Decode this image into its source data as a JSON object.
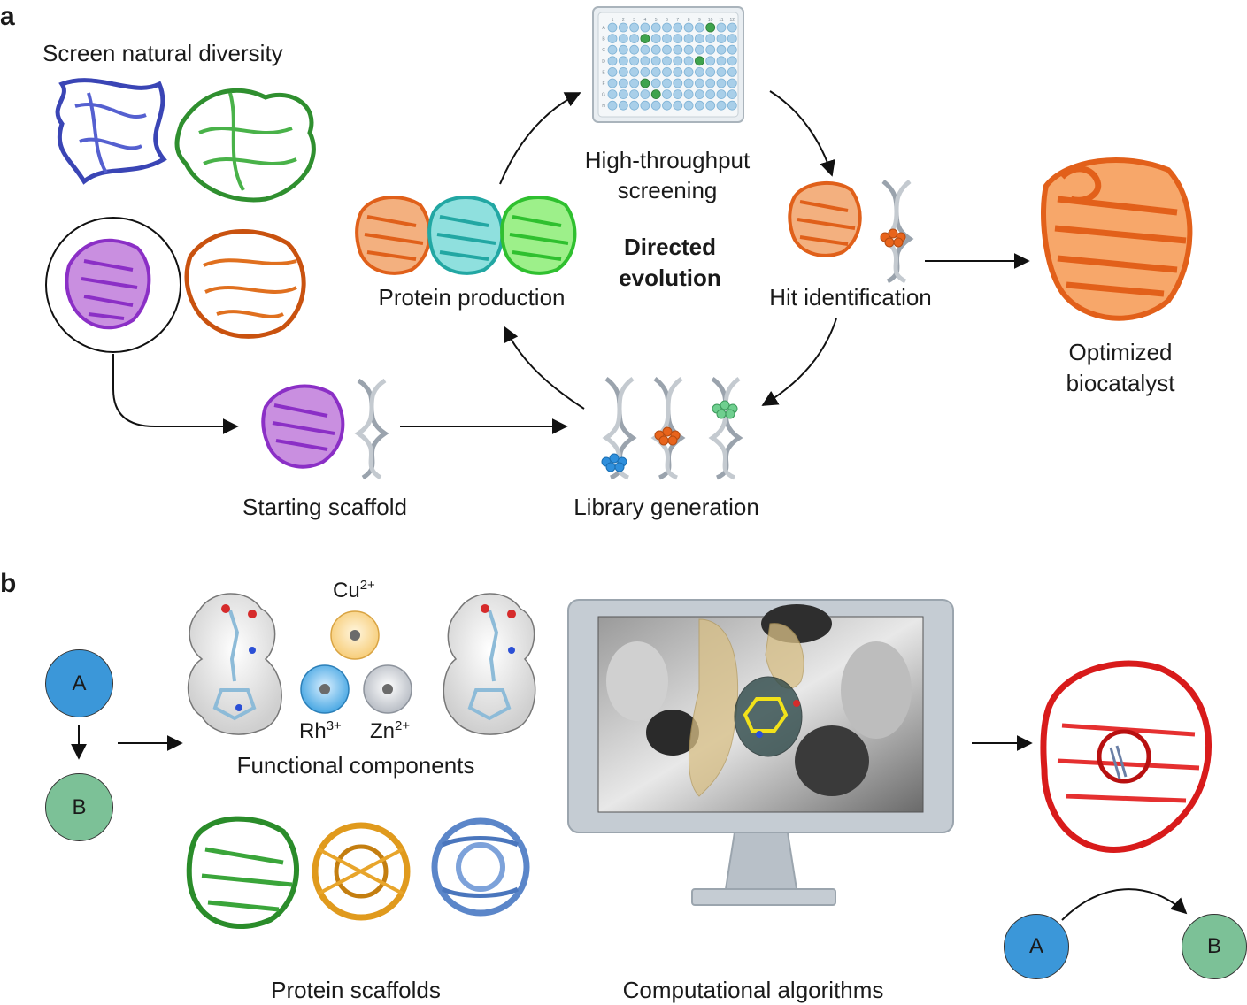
{
  "panel_a": {
    "letter": "a",
    "screen_natural_diversity": "Screen natural diversity",
    "high_throughput": "High-throughput",
    "screening": "screening",
    "directed": "Directed",
    "evolution": "evolution",
    "protein_production": "Protein production",
    "hit_identification": "Hit identification",
    "optimized": "Optimized",
    "biocatalyst": "biocatalyst",
    "starting_scaffold": "Starting scaffold",
    "library_generation": "Library generation",
    "plate_cols": [
      "1",
      "2",
      "3",
      "4",
      "5",
      "6",
      "7",
      "8",
      "9",
      "10",
      "11",
      "12"
    ],
    "plate_rows": [
      "A",
      "B",
      "C",
      "D",
      "E",
      "F",
      "G",
      "H"
    ]
  },
  "panel_b": {
    "letter": "b",
    "node_a": "A",
    "node_b": "B",
    "cu": "Cu",
    "cu_charge": "2+",
    "rh": "Rh",
    "rh_charge": "3+",
    "zn": "Zn",
    "zn_charge": "2+",
    "functional_components": "Functional components",
    "protein_scaffolds": "Protein scaffolds",
    "computational_algorithms": "Computational algorithms",
    "product_a": "A",
    "product_b": "B"
  },
  "colors": {
    "node_a": "#3b97d9",
    "node_b": "#7cc197",
    "optimized_orange": "#e8641c",
    "hit_green": "#3fa34d",
    "plate_blue": "#a9cfe9"
  }
}
